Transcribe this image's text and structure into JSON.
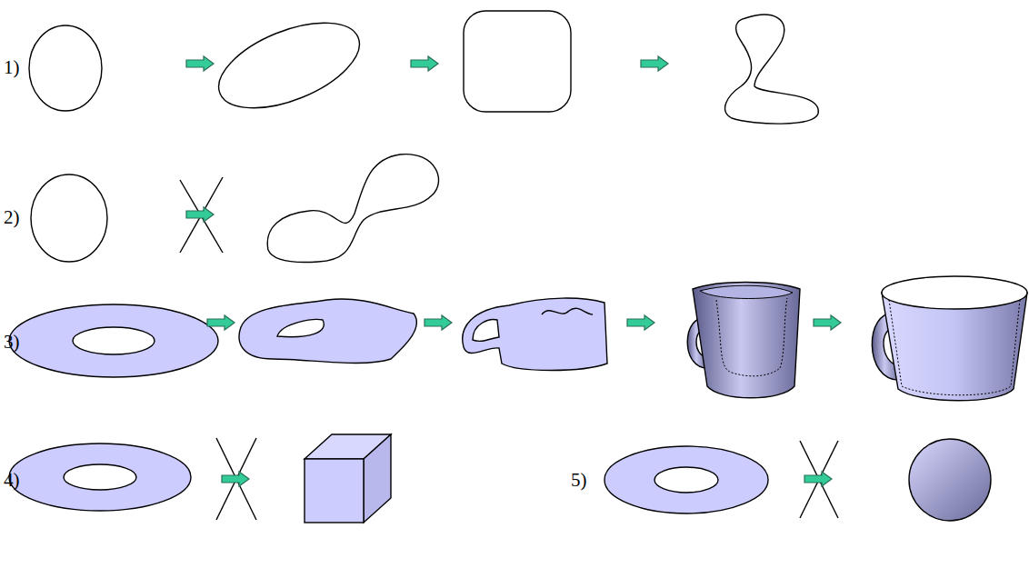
{
  "diagram": {
    "labels": [
      "1)",
      "2)",
      "3)",
      "4)",
      "5)"
    ]
  }
}
